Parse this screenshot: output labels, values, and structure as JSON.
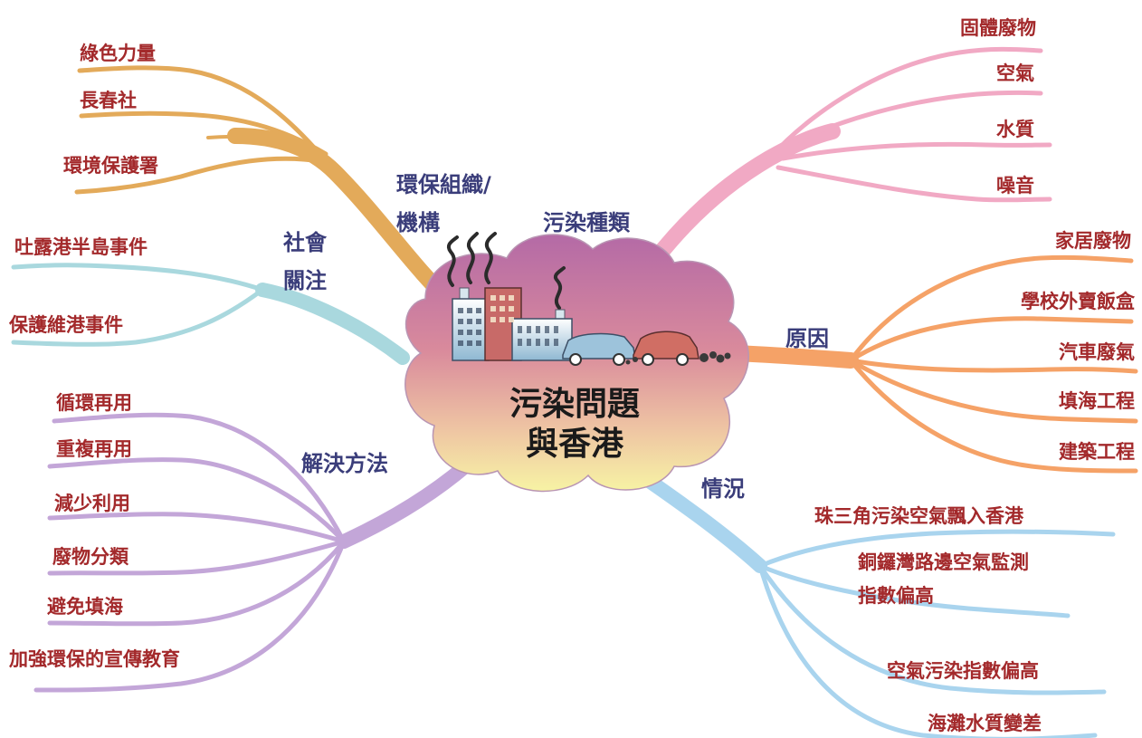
{
  "center": {
    "line1": "污染問題",
    "line2": "與香港"
  },
  "branches": {
    "organizations": {
      "label_line1": "環保組織/",
      "label_line2": "機構",
      "color": "#e3aa5a",
      "leaves": [
        "綠色力量",
        "長春社",
        "環境保護署"
      ]
    },
    "types": {
      "label": "污染種類",
      "color": "#f1a9c4",
      "leaves": [
        "固體廢物",
        "空氣",
        "水質",
        "噪音"
      ]
    },
    "social": {
      "label_line1": "社會",
      "label_line2": "關注",
      "color": "#a9d8de",
      "leaves": [
        "吐露港半島事件",
        "保護維港事件"
      ]
    },
    "causes": {
      "label": "原因",
      "color": "#f5a267",
      "leaves": [
        "家居廢物",
        "學校外賣飯盒",
        "汽車廢氣",
        "填海工程",
        "建築工程"
      ]
    },
    "solutions": {
      "label": "解決方法",
      "color": "#c3a6d8",
      "leaves": [
        "循環再用",
        "重複再用",
        "減少利用",
        "廢物分類",
        "避免填海",
        "加強環保的宣傳教育"
      ]
    },
    "situation": {
      "label": "情況",
      "color": "#a9d4ee",
      "leaves": [
        "珠三角污染空氣飄入香港",
        "銅鑼灣路邊空氣監測",
        "指數偏高",
        "空氣污染指數偏高",
        "海灘水質變差"
      ]
    }
  },
  "icons": {
    "center_illustration": "factory-and-cars-icon",
    "cloud": "cloud-shape"
  }
}
